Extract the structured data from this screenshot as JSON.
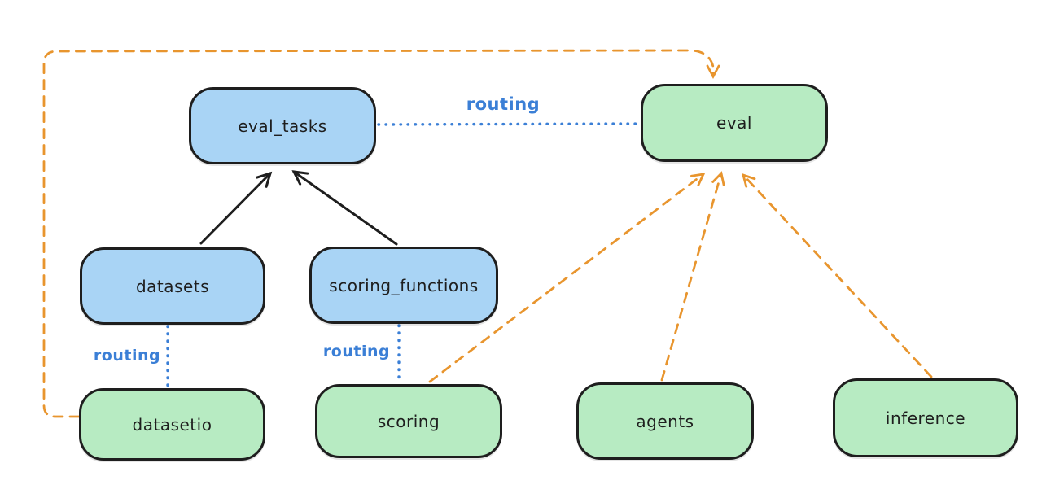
{
  "diagram": {
    "title": "",
    "colors": {
      "bg": "#ffffff",
      "ink": "#1e1e1e",
      "blue_fill": "#a9d4f5",
      "green_fill": "#b7ebc2",
      "routing_blue": "#3b7fd6",
      "orange": "#e8952e"
    },
    "nodes": [
      {
        "id": "eval_tasks",
        "label": "eval_tasks",
        "color": "blue"
      },
      {
        "id": "eval",
        "label": "eval",
        "color": "green"
      },
      {
        "id": "datasets",
        "label": "datasets",
        "color": "blue"
      },
      {
        "id": "scoring_functions",
        "label": "scoring_functions",
        "color": "blue"
      },
      {
        "id": "datasetio",
        "label": "datasetio",
        "color": "green"
      },
      {
        "id": "scoring",
        "label": "scoring",
        "color": "green"
      },
      {
        "id": "agents",
        "label": "agents",
        "color": "green"
      },
      {
        "id": "inference",
        "label": "inference",
        "color": "green"
      }
    ],
    "edges": [
      {
        "from": "datasets",
        "to": "eval_tasks",
        "style": "solid",
        "color": "black",
        "arrow": true,
        "label": ""
      },
      {
        "from": "scoring_functions",
        "to": "eval_tasks",
        "style": "solid",
        "color": "black",
        "arrow": true,
        "label": ""
      },
      {
        "from": "eval_tasks",
        "to": "eval",
        "style": "dotted",
        "color": "blue",
        "arrow": false,
        "label": "routing"
      },
      {
        "from": "datasets",
        "to": "datasetio",
        "style": "dotted",
        "color": "blue",
        "arrow": false,
        "label": "routing"
      },
      {
        "from": "scoring_functions",
        "to": "scoring",
        "style": "dotted",
        "color": "blue",
        "arrow": false,
        "label": "routing"
      },
      {
        "from": "datasetio",
        "to": "eval",
        "style": "dashed",
        "color": "orange",
        "arrow": true,
        "label": "",
        "route": "left-and-over-top"
      },
      {
        "from": "scoring",
        "to": "eval",
        "style": "dashed",
        "color": "orange",
        "arrow": true,
        "label": ""
      },
      {
        "from": "agents",
        "to": "eval",
        "style": "dashed",
        "color": "orange",
        "arrow": true,
        "label": ""
      },
      {
        "from": "inference",
        "to": "eval",
        "style": "dashed",
        "color": "orange",
        "arrow": true,
        "label": ""
      }
    ]
  }
}
